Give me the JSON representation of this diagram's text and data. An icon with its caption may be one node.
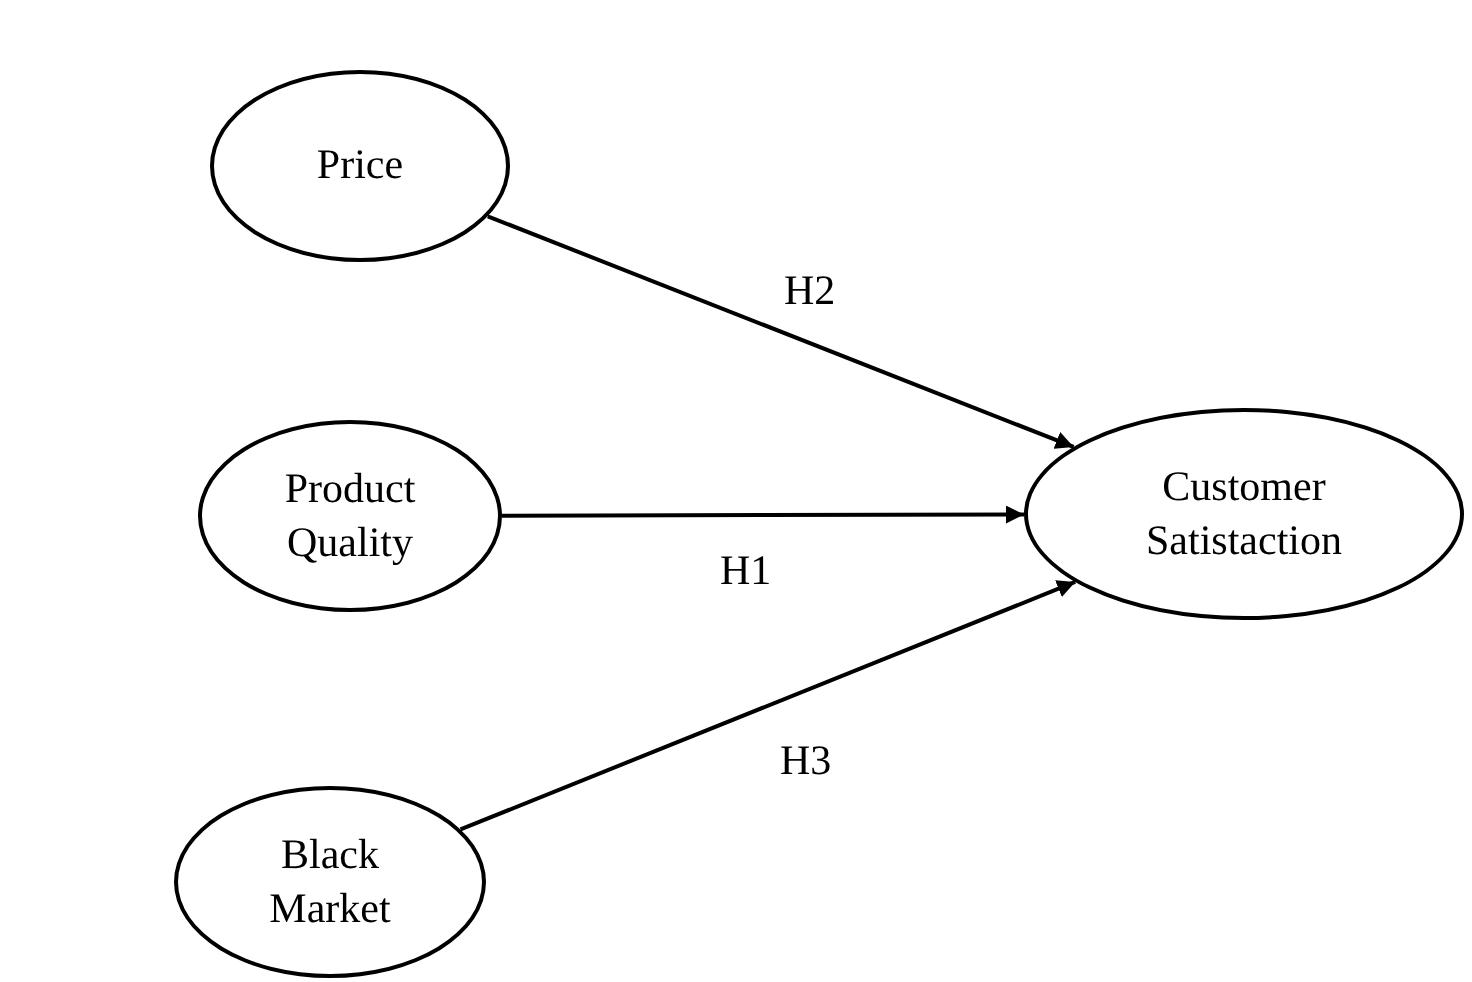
{
  "diagram": {
    "nodes": [
      {
        "text": [
          "Price"
        ]
      },
      {
        "text": [
          "Product Quality"
        ]
      },
      {
        "text": [
          "Black Market"
        ]
      },
      {
        "text": [
          "Customer Satistaction"
        ]
      }
    ],
    "edges": [
      {
        "from": 0,
        "to": 3,
        "arrow": "to",
        "label": "H2"
      },
      {
        "from": 1,
        "to": 3,
        "arrow": "to",
        "label": "H1"
      },
      {
        "from": 2,
        "to": 3,
        "arrow": "to",
        "label": "H3"
      }
    ]
  }
}
